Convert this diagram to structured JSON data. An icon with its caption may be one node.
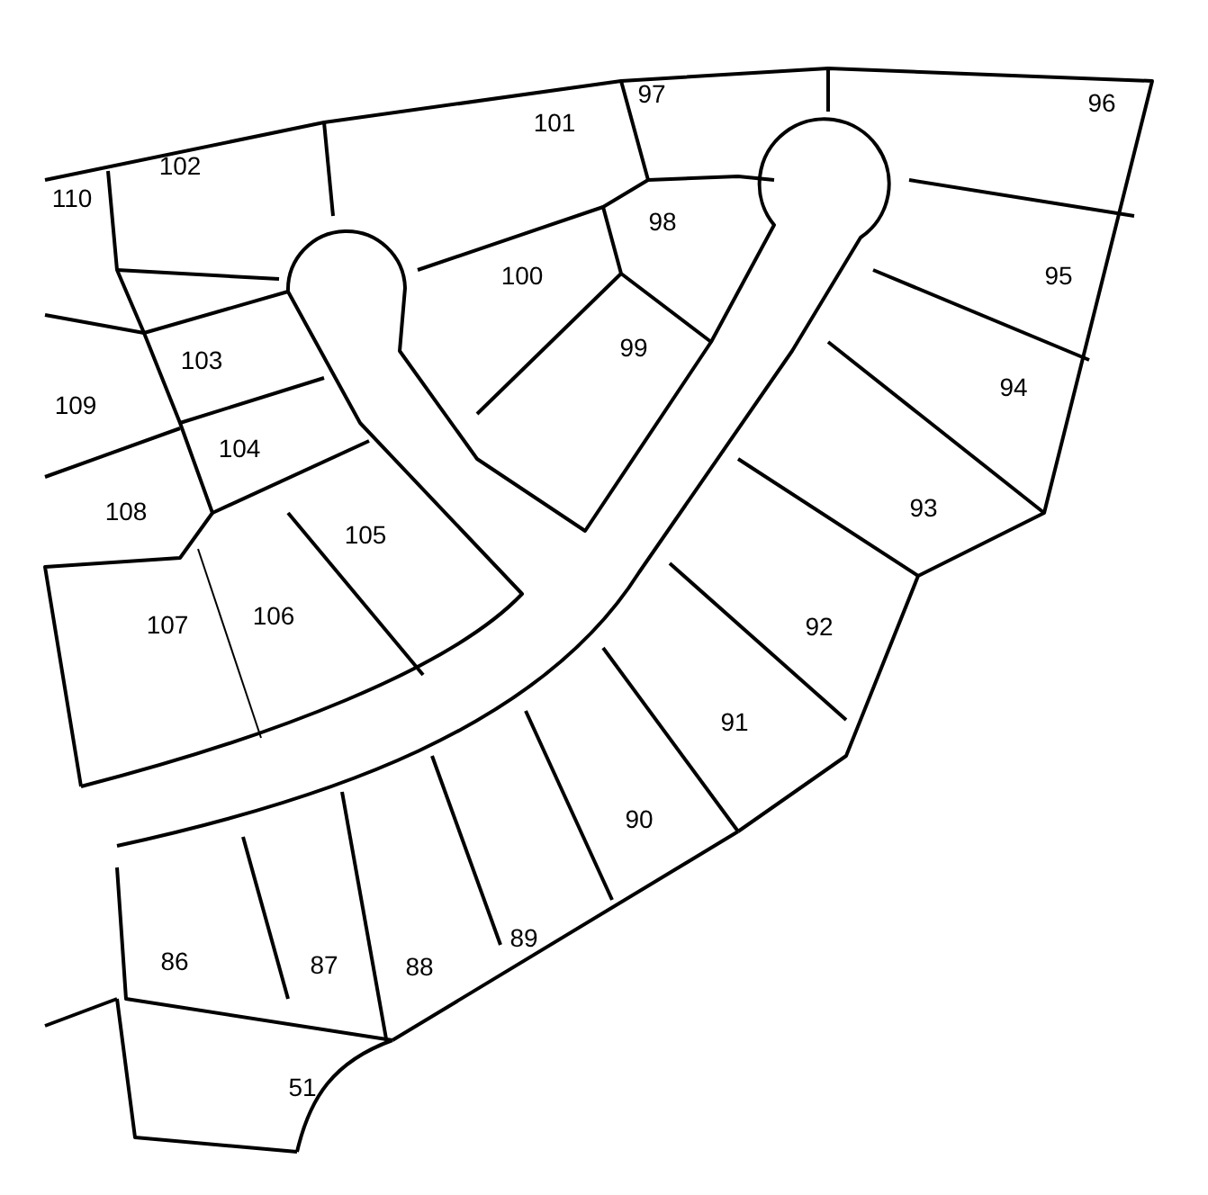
{
  "diagram": {
    "labels": [
      "97",
      "96",
      "101",
      "102",
      "110",
      "98",
      "100",
      "95",
      "103",
      "99",
      "109",
      "94",
      "104",
      "108",
      "93",
      "105",
      "107",
      "106",
      "92",
      "91",
      "90",
      "86",
      "87",
      "88",
      "89",
      "51"
    ]
  }
}
